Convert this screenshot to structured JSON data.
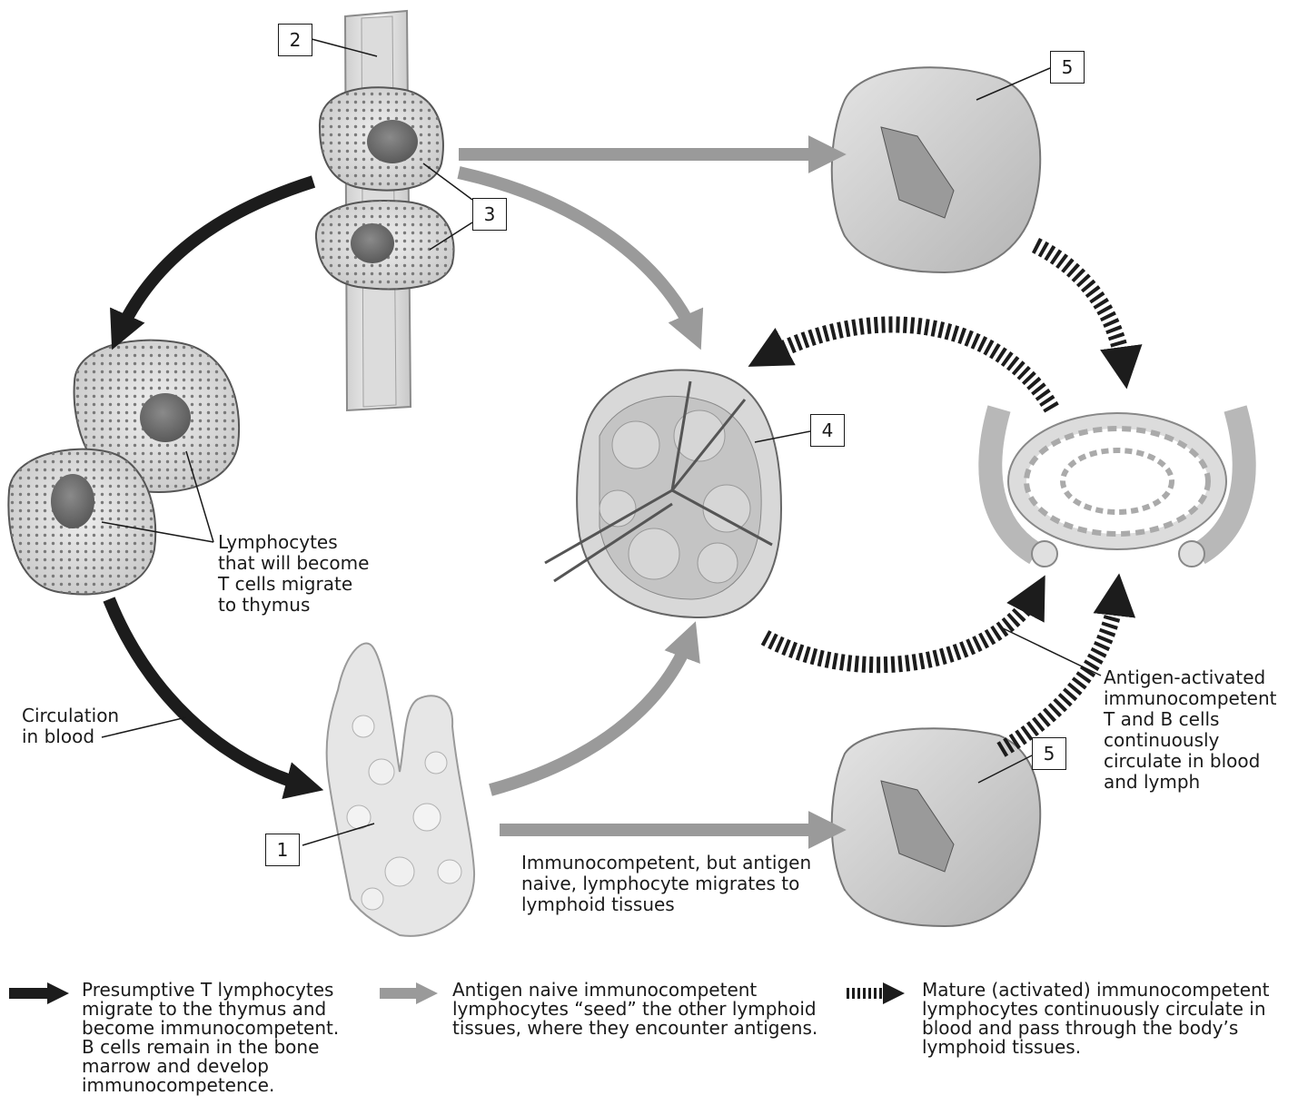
{
  "colors": {
    "black_arrow": "#1c1c1c",
    "gray_arrow": "#9a9a9a",
    "dashed_arrow": "#1c1c1c"
  },
  "numbers": [
    "1",
    "2",
    "3",
    "4",
    "5",
    "5"
  ],
  "labels": {
    "lymphocytes_thymus": "Lymphocytes\nthat will become\nT cells migrate\nto thymus",
    "circulation": "Circulation\nin blood",
    "naive_migrates": "Immunocompetent, but antigen\nnaive, lymphocyte migrates to\nlymphoid tissues",
    "antigen_activated": "Antigen-activated\nimmunocompetent\nT and B cells\ncontinuously\ncirculate in blood\nand lymph"
  },
  "legend": [
    {
      "icon": "solid-black-arrow-icon",
      "text": "Presumptive T lymphocytes\nmigrate to the thymus and\nbecome immunocompetent.\nB cells remain in the bone\nmarrow and develop\nimmunocompetence."
    },
    {
      "icon": "solid-gray-arrow-icon",
      "text": "Antigen naive immunocompetent\nlymphocytes “seed” the other lymphoid\ntissues, where they encounter antigens."
    },
    {
      "icon": "dashed-black-arrow-icon",
      "text": "Mature (activated) immunocompetent\nlymphocytes continuously circulate in\nblood and pass through the body’s\nlymphoid tissues."
    }
  ]
}
